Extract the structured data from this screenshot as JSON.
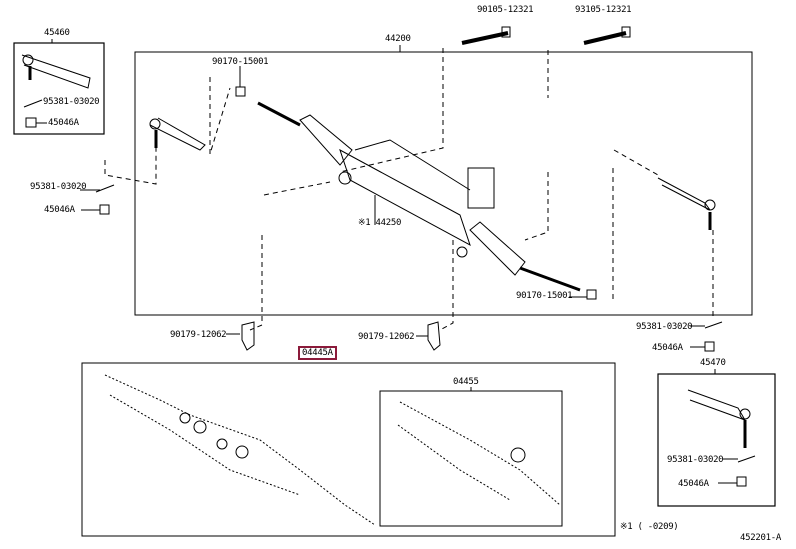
{
  "labels": {
    "kit_left": "45460",
    "kit_left_cotter": "95381-03020",
    "kit_left_nut": "45046A",
    "rack_assy": "44200",
    "bolt_a": "90105-12321",
    "bolt_b": "93105-12321",
    "nut_upper": "90170-15001",
    "cotter_left": "95381-03020",
    "nut_left": "45046A",
    "rack_sub": "※1 44250",
    "nut_lower": "90170-15001",
    "bracket_left": "90179-12062",
    "bracket_right": "90179-12062",
    "cotter_right": "95381-03020",
    "nut_right": "45046A",
    "kit_right": "45470",
    "kit_right_cotter": "95381-03020",
    "kit_right_nut": "45046A",
    "gasket_kit": "04445A",
    "repair_kit": "04455",
    "footnote": "※1 (     -0209)",
    "diagram_id": "452201-A"
  },
  "colors": {
    "highlight": "#8b1a3a"
  }
}
